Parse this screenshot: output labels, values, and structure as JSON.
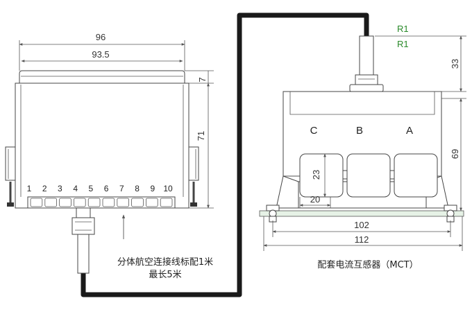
{
  "meter": {
    "dim_outer_width": "96",
    "dim_inner_width": "93.5",
    "dim_bezel": "7",
    "dim_height": "71",
    "terminals": [
      "1",
      "2",
      "3",
      "4",
      "5",
      "6",
      "7",
      "8",
      "9",
      "10"
    ],
    "cable_note_line1": "分体航空连接线标配1米",
    "cable_note_line2": "最长5米"
  },
  "ct": {
    "connector_label_1": "R1",
    "connector_label_2": "R1",
    "dim_connector_height": "33",
    "dim_body_height": "69",
    "phases": [
      "C",
      "B",
      "A"
    ],
    "dim_window_height": "23",
    "dim_window_width": "20",
    "dim_base_inner": "102",
    "dim_base_outer": "112",
    "caption": "配套电流互感器（MCT）"
  },
  "colors": {
    "cable": "#1a1a1a",
    "label_green": "#2a8a2a",
    "base_plate": "#e6f2e6"
  }
}
